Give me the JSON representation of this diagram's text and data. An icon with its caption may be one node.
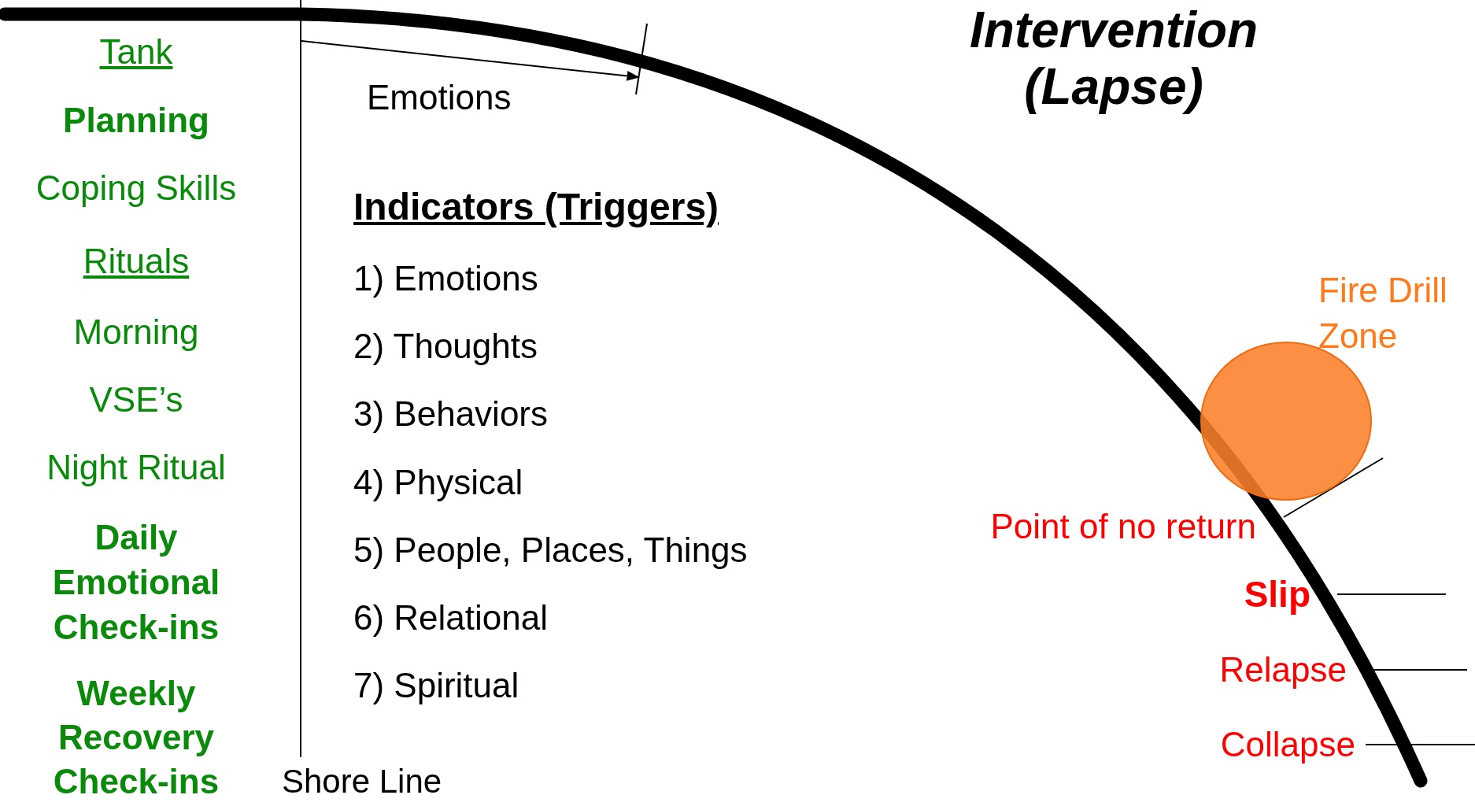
{
  "diagram": {
    "title": "Intervention (Lapse)",
    "nodes": [
      {
        "text": [],
        "shape": "circle",
        "beside": [
          "Fire Drill Zone"
        ]
      }
    ],
    "labels": [
      "Tank",
      "Planning",
      "Coping Skills",
      "Rituals",
      "Morning",
      "VSE’s",
      "Night Ritual",
      "Daily Emotional Check-ins",
      "Weekly Recovery Check-ins",
      "Emotions",
      "Indicators (Triggers)",
      "1) Emotions",
      "2) Thoughts",
      "3) Behaviors",
      "4) Physical",
      "5) People, Places, Things",
      "6) Relational",
      "7) Spiritual",
      "Point of no return",
      "Slip",
      "Relapse",
      "Collapse",
      "Shore Line"
    ]
  }
}
